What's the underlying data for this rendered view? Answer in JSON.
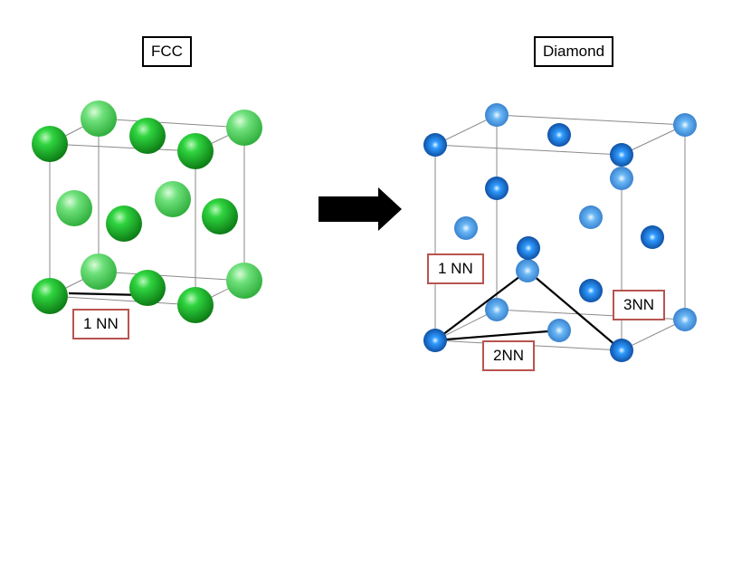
{
  "fcc": {
    "title": "FCC",
    "label_1nn": "1 NN",
    "atom_color": "#1fbf2f"
  },
  "diamond": {
    "title": "Diamond",
    "label_1nn": "1 NN",
    "label_2nn": "2NN",
    "label_3nn": "3NN",
    "atom_color": "#1f6fd6"
  },
  "arrow": {
    "icon": "right-arrow-icon"
  }
}
